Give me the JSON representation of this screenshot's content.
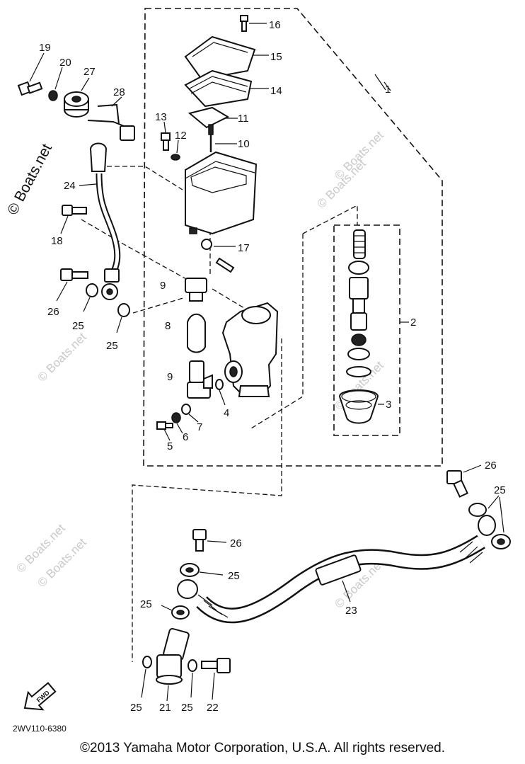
{
  "labels": {
    "p1": "1",
    "p2": "2",
    "p3": "3",
    "p4": "4",
    "p5": "5",
    "p6": "6",
    "p7": "7",
    "p8": "8",
    "p9a": "9",
    "p9b": "9",
    "p10": "10",
    "p11": "11",
    "p12": "12",
    "p13": "13",
    "p14": "14",
    "p15": "15",
    "p16": "16",
    "p17": "17",
    "p18": "18",
    "p19": "19",
    "p20": "20",
    "p21": "21",
    "p22": "22",
    "p23": "23",
    "p24": "24",
    "p25a": "25",
    "p25b": "25",
    "p25c": "25",
    "p25d": "25",
    "p25e": "25",
    "p25f": "25",
    "p25g": "25",
    "p26a": "26",
    "p26b": "26",
    "p26c": "26",
    "p27": "27",
    "p28": "28"
  },
  "diagram_code": "2WV110-6380",
  "fwd_arrow": "FWD",
  "watermark": "© Boats.net",
  "copyright": "©2013 Yamaha Motor Corporation, U.S.A. All rights reserved."
}
